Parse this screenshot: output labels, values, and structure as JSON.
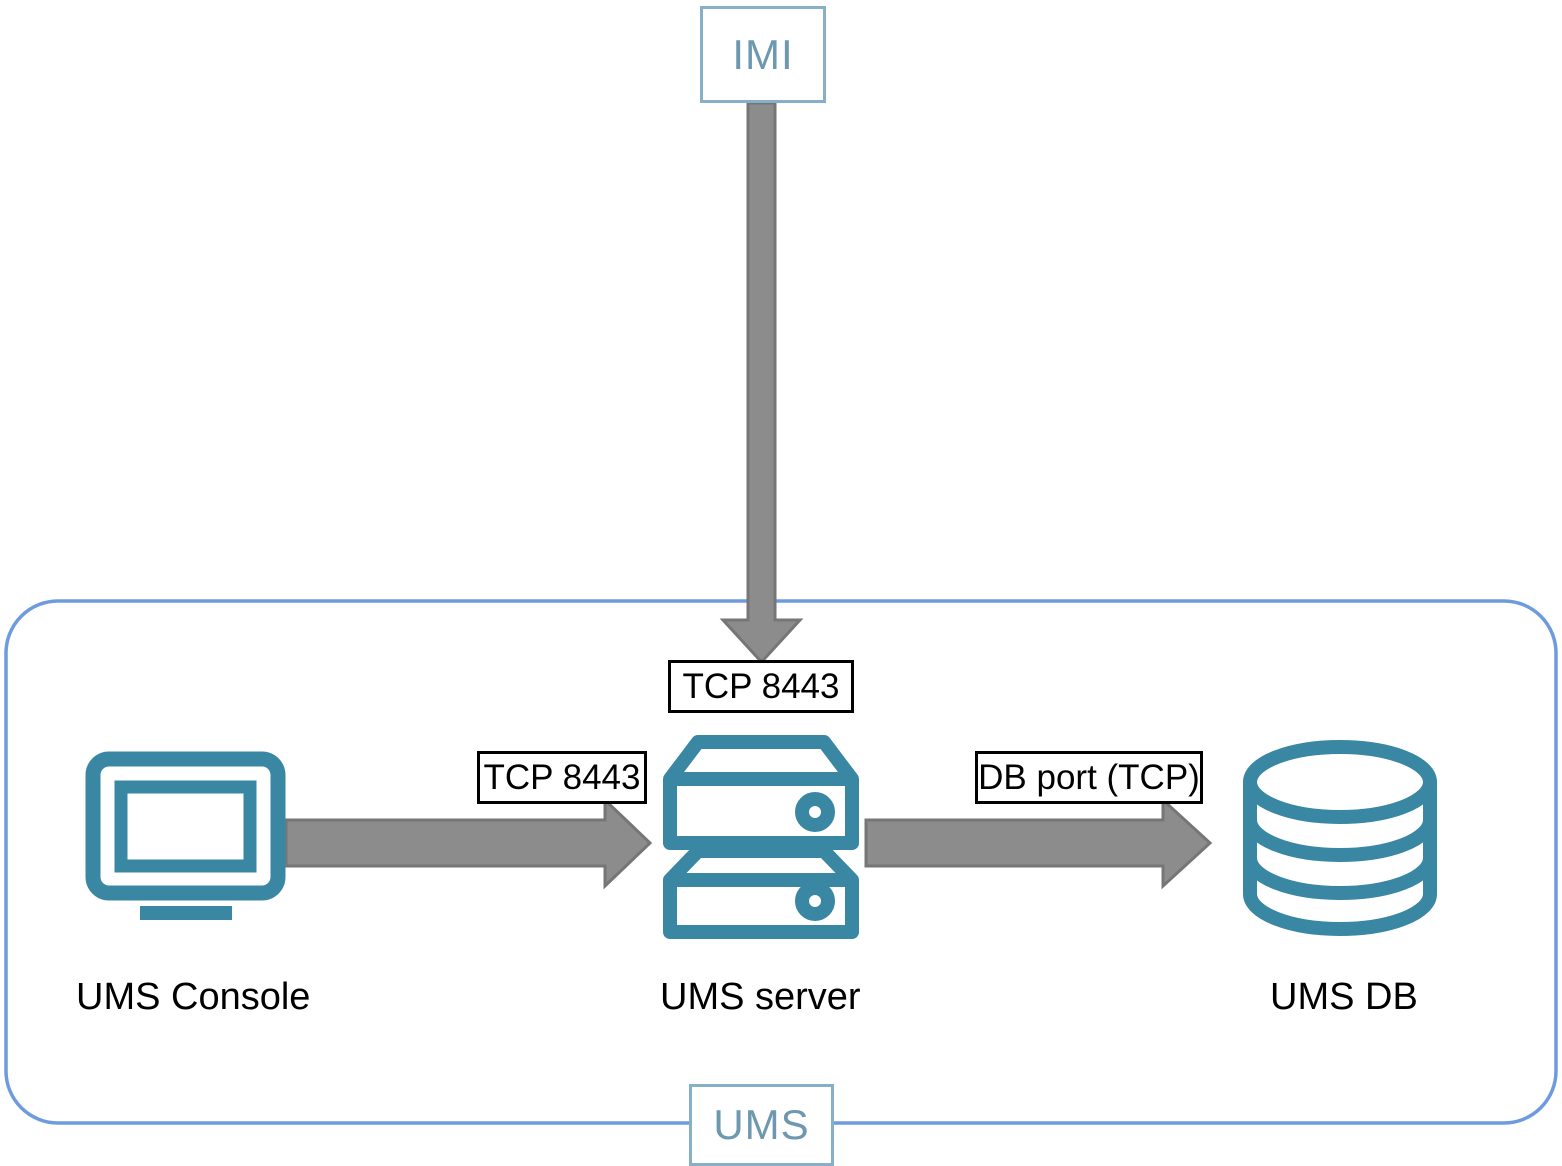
{
  "diagram": {
    "title": "UMS communication ports diagram",
    "type": "network-architecture",
    "colors": {
      "icon_teal": "#3A87A3",
      "arrow_gray": "#8C8C8C",
      "arrow_gray_outline": "#767676",
      "zone_border_blue": "#6E9BDE",
      "tag_border_blue": "#87AFC7",
      "tag_text_blue": "#6D98B0",
      "label_black": "#000000",
      "background": "#FFFFFF"
    }
  },
  "external": {
    "tag_label": "IMI",
    "tag_name": "imi-zone-tag"
  },
  "zone": {
    "tag_label": "UMS",
    "tag_name": "ums-zone-tag"
  },
  "nodes": [
    {
      "id": "ums-console",
      "label": "UMS Console",
      "icon": "monitor-icon"
    },
    {
      "id": "ums-server",
      "label": "UMS server",
      "icon": "server-icon"
    },
    {
      "id": "ums-db",
      "label": "UMS DB",
      "icon": "database-icon"
    }
  ],
  "connections": [
    {
      "id": "imi-to-server",
      "from": "IMI",
      "to": "UMS server",
      "port_label": "TCP 8443",
      "direction": "down"
    },
    {
      "id": "console-to-server",
      "from": "UMS Console",
      "to": "UMS server",
      "port_label": "TCP 8443",
      "direction": "right"
    },
    {
      "id": "server-to-db",
      "from": "UMS server",
      "to": "UMS DB",
      "port_label": "DB port (TCP)",
      "direction": "right"
    }
  ]
}
